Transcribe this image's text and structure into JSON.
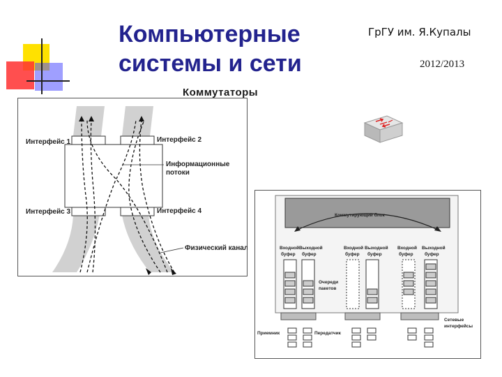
{
  "slide": {
    "title_line1": "Компьютерные",
    "title_line2": "системы и сети",
    "subtitle": "Коммутаторы",
    "org": "ГрГУ им. Я.Купалы",
    "year": "2012/2013"
  },
  "diagram_flows": {
    "interface1": "Интерфейс 1",
    "interface2": "Интерфейс 2",
    "interface3": "Интерфейс 3",
    "interface4": "Интерфейс 4",
    "info_flows_line1": "Информационные",
    "info_flows_line2": "потоки",
    "physical_channel": "Физический канал"
  },
  "diagram_switch": {
    "switching_block": "Коммутирующий блок",
    "input_buffer_1": "Входной",
    "input_buffer_2": "буфер",
    "output_buffer_1": "Выходной",
    "output_buffer_2": "буфер",
    "packet_queues_1": "Очереди",
    "packet_queues_2": "пакетов",
    "network_interfaces_1": "Сетевые",
    "network_interfaces_2": "интерфейсы",
    "receiver": "Приемник",
    "transmitter": "Передатчик"
  },
  "colors": {
    "title": "#23238e",
    "deco_yellow": "#ffe100",
    "deco_red": "#ff2a2a",
    "deco_blue": "#3b3bff"
  }
}
